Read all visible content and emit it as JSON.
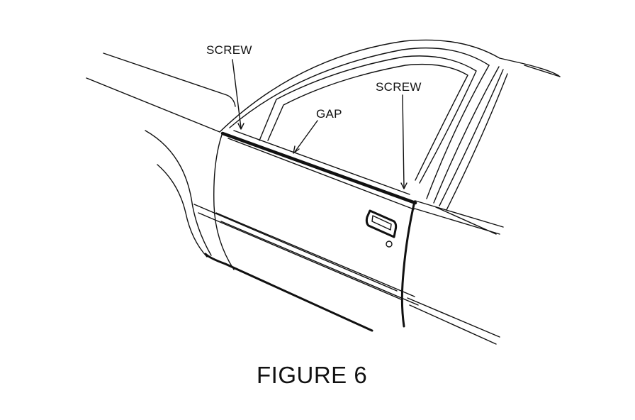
{
  "figure": {
    "caption": "FIGURE 6",
    "callouts": {
      "screw_rear": "SCREW",
      "screw_front": "SCREW",
      "gap": "GAP"
    }
  },
  "colors": {
    "ink": "#111111",
    "paper": "#ffffff"
  }
}
